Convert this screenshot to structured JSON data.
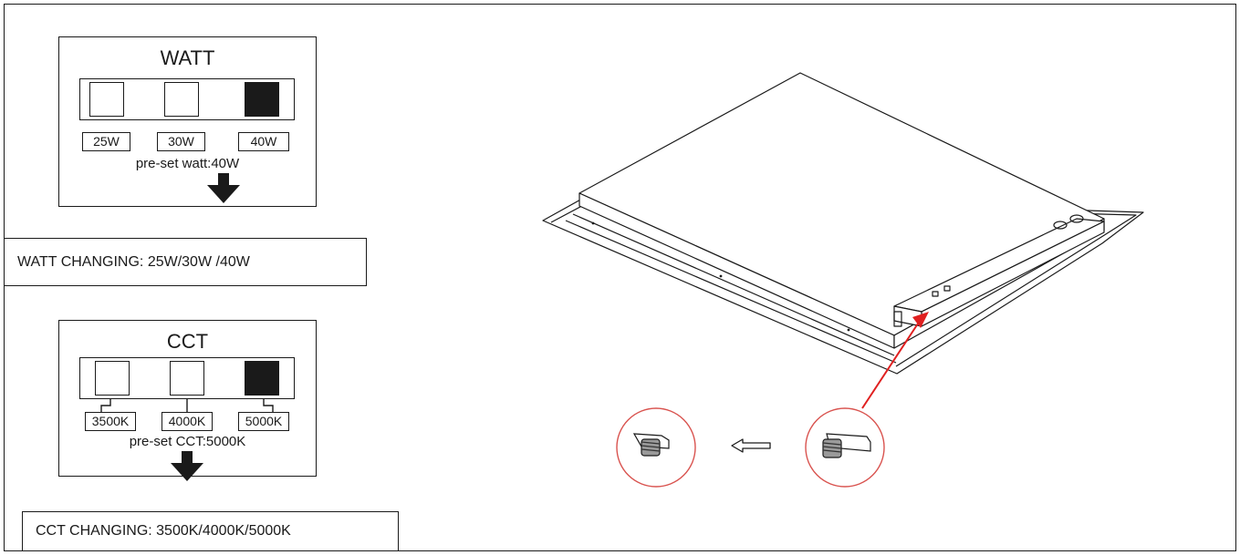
{
  "watt_panel": {
    "title": "WATT",
    "options": [
      "25W",
      "30W",
      "40W"
    ],
    "selected_index": 2,
    "preset": "pre-set  watt:40W",
    "caption": "WATT CHANGING: 25W/30W /40W"
  },
  "cct_panel": {
    "title": "CCT",
    "options": [
      "3500K",
      "4000K",
      "5000K"
    ],
    "selected_index": 2,
    "preset": "pre-set  CCT:5000K",
    "caption": "CCT CHANGING: 3500K/4000K/5000K"
  },
  "colors": {
    "line": "#1a1a1a",
    "accent_red": "#e02020",
    "circle_red": "#d9534f"
  },
  "icons": [
    "down-arrow-icon",
    "hollow-left-arrow-icon",
    "dip-switch-icon"
  ]
}
